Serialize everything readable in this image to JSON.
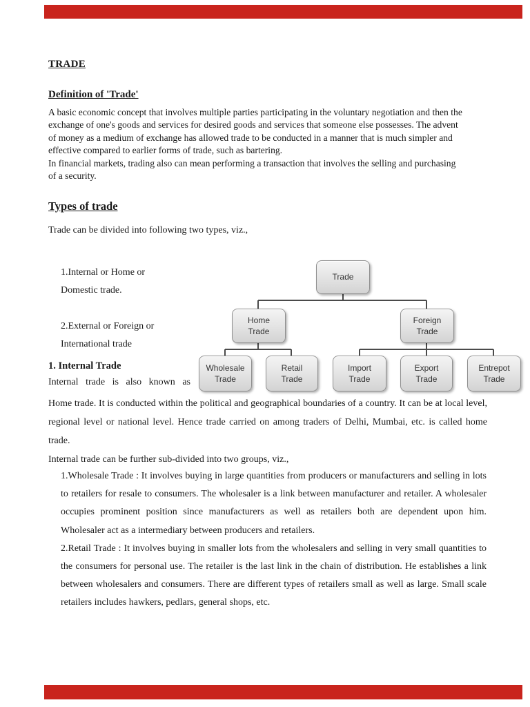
{
  "colors": {
    "overlay_red": "#c9241d"
  },
  "document": {
    "title": "TRADE",
    "definition": {
      "heading": "Definition of 'Trade'",
      "paragraph1": "A basic economic concept that involves multiple parties participating in the voluntary negotiation and then the exchange of one's goods and services for desired goods and services that someone else possesses. The advent of money as a medium of exchange has allowed trade to be conducted in a manner that is much simpler and effective compared to earlier forms of trade, such as bartering.",
      "paragraph2": "In financial markets, trading also can mean performing a transaction that involves the selling and purchasing of a security."
    },
    "types": {
      "heading": "Types of trade",
      "intro": "Trade can be divided into following two types, viz.,",
      "items": [
        "1.Internal or Home or\nDomestic trade.",
        "2.External or Foreign or\nInternational trade"
      ]
    },
    "internal": {
      "heading": "1. Internal Trade",
      "intro": "Internal trade is also known as",
      "body": "Home trade. It is conducted within the political and geographical boundaries of a country. It can be at local level, regional level or national level. Hence trade carried on among traders of Delhi, Mumbai, etc. is called home trade.",
      "subintro": "Internal trade can be further sub-divided into two groups, viz.,",
      "groups": [
        "1.Wholesale Trade : It involves buying in large quantities from producers or manufacturers and selling in lots to retailers for resale to consumers. The wholesaler is a link between manufacturer and retailer. A wholesaler occupies prominent position since manufacturers as well as retailers both are dependent upon him. Wholesaler act as a intermediary between producers and retailers.",
        "2.Retail Trade : It involves buying in smaller lots from the wholesalers and selling in very small quantities to the consumers for personal use. The retailer is the last link in the chain of distribution. He establishes a link between wholesalers and consumers. There are different types of retailers small as well as large. Small scale retailers includes hawkers, pedlars, general shops, etc."
      ]
    }
  },
  "diagram": {
    "nodes": [
      {
        "id": "trade",
        "label": "Trade"
      },
      {
        "id": "home-trade",
        "label": "Home\nTrade"
      },
      {
        "id": "foreign-trade",
        "label": "Foreign\nTrade"
      },
      {
        "id": "wholesale-trade",
        "label": "Wholesale\nTrade"
      },
      {
        "id": "retail-trade",
        "label": "Retail\nTrade"
      },
      {
        "id": "import-trade",
        "label": "Import\nTrade"
      },
      {
        "id": "export-trade",
        "label": "Export\nTrade"
      },
      {
        "id": "entrepot-trade",
        "label": "Entrepot\nTrade"
      }
    ]
  }
}
